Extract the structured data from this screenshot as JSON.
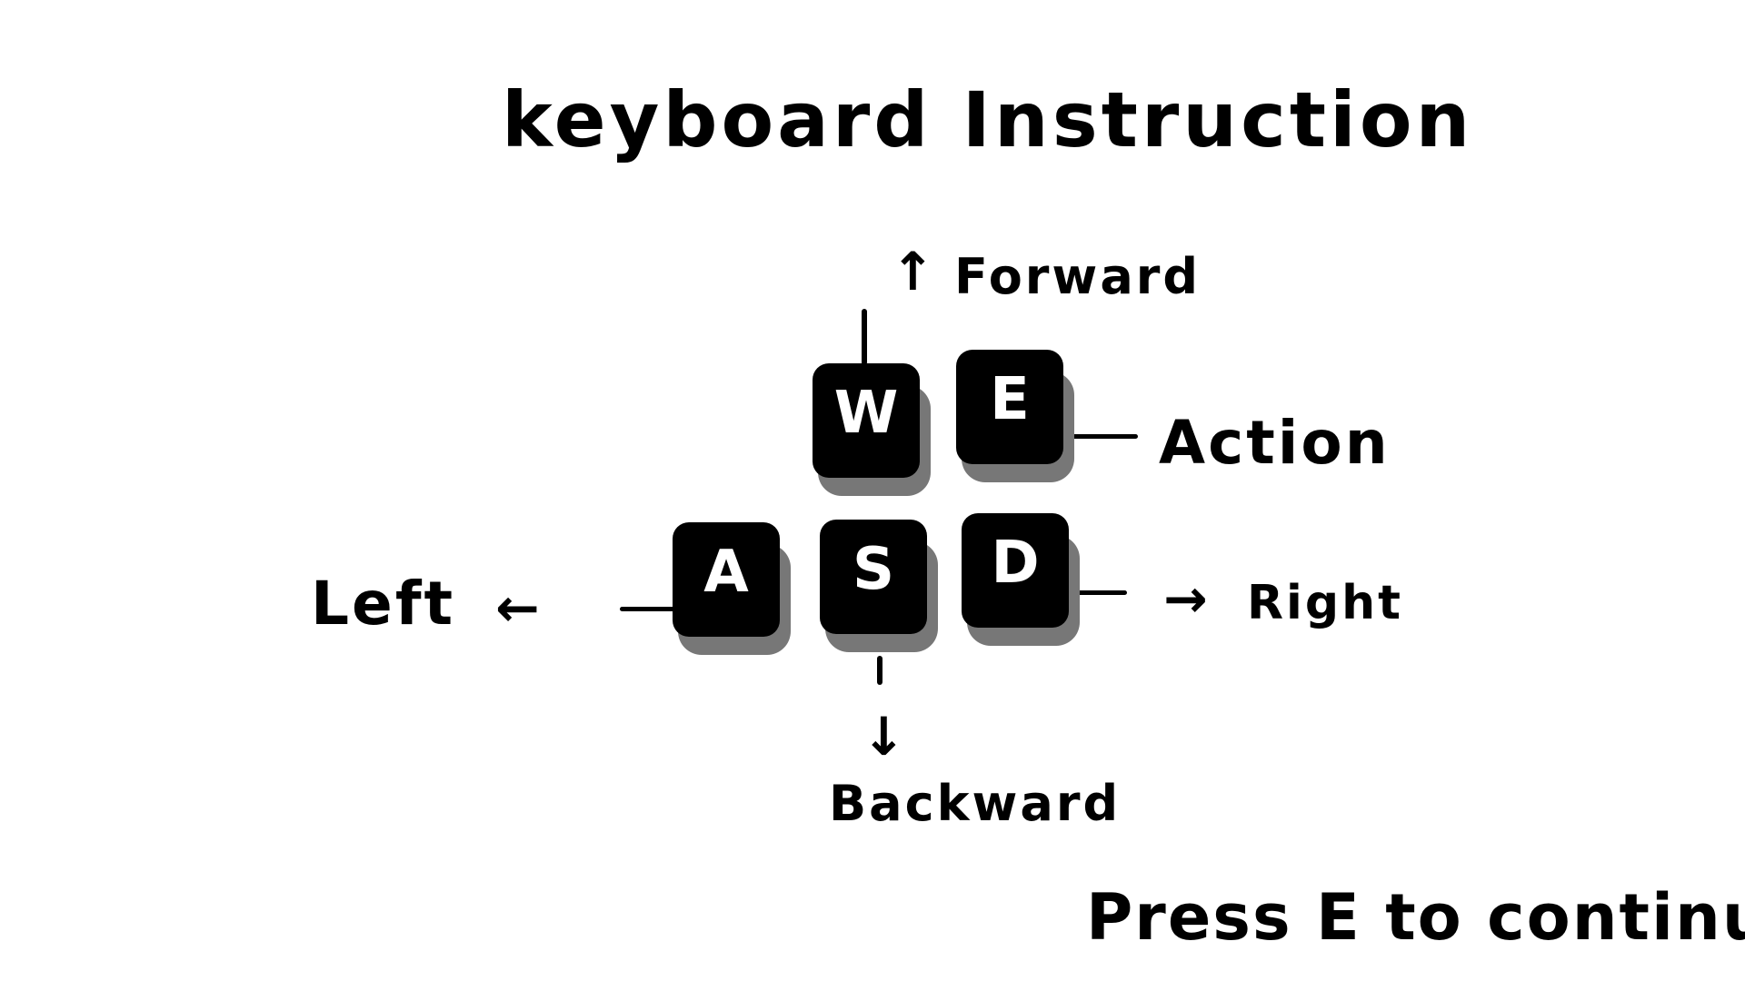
{
  "title": "keyboard Instruction",
  "keys": {
    "w": "W",
    "e": "E",
    "a": "A",
    "s": "S",
    "d": "D"
  },
  "labels": {
    "forward": "Forward",
    "action": "Action",
    "left": "Left",
    "right": "Right",
    "backward": "Backward"
  },
  "arrows": {
    "up": "↑",
    "left": "←",
    "right": "→",
    "down": "↓"
  },
  "prompt": "Press E to continue",
  "colors": {
    "background": "#ffffff",
    "key": "#000000",
    "key_shadow": "#777777",
    "key_text": "#ffffff"
  }
}
